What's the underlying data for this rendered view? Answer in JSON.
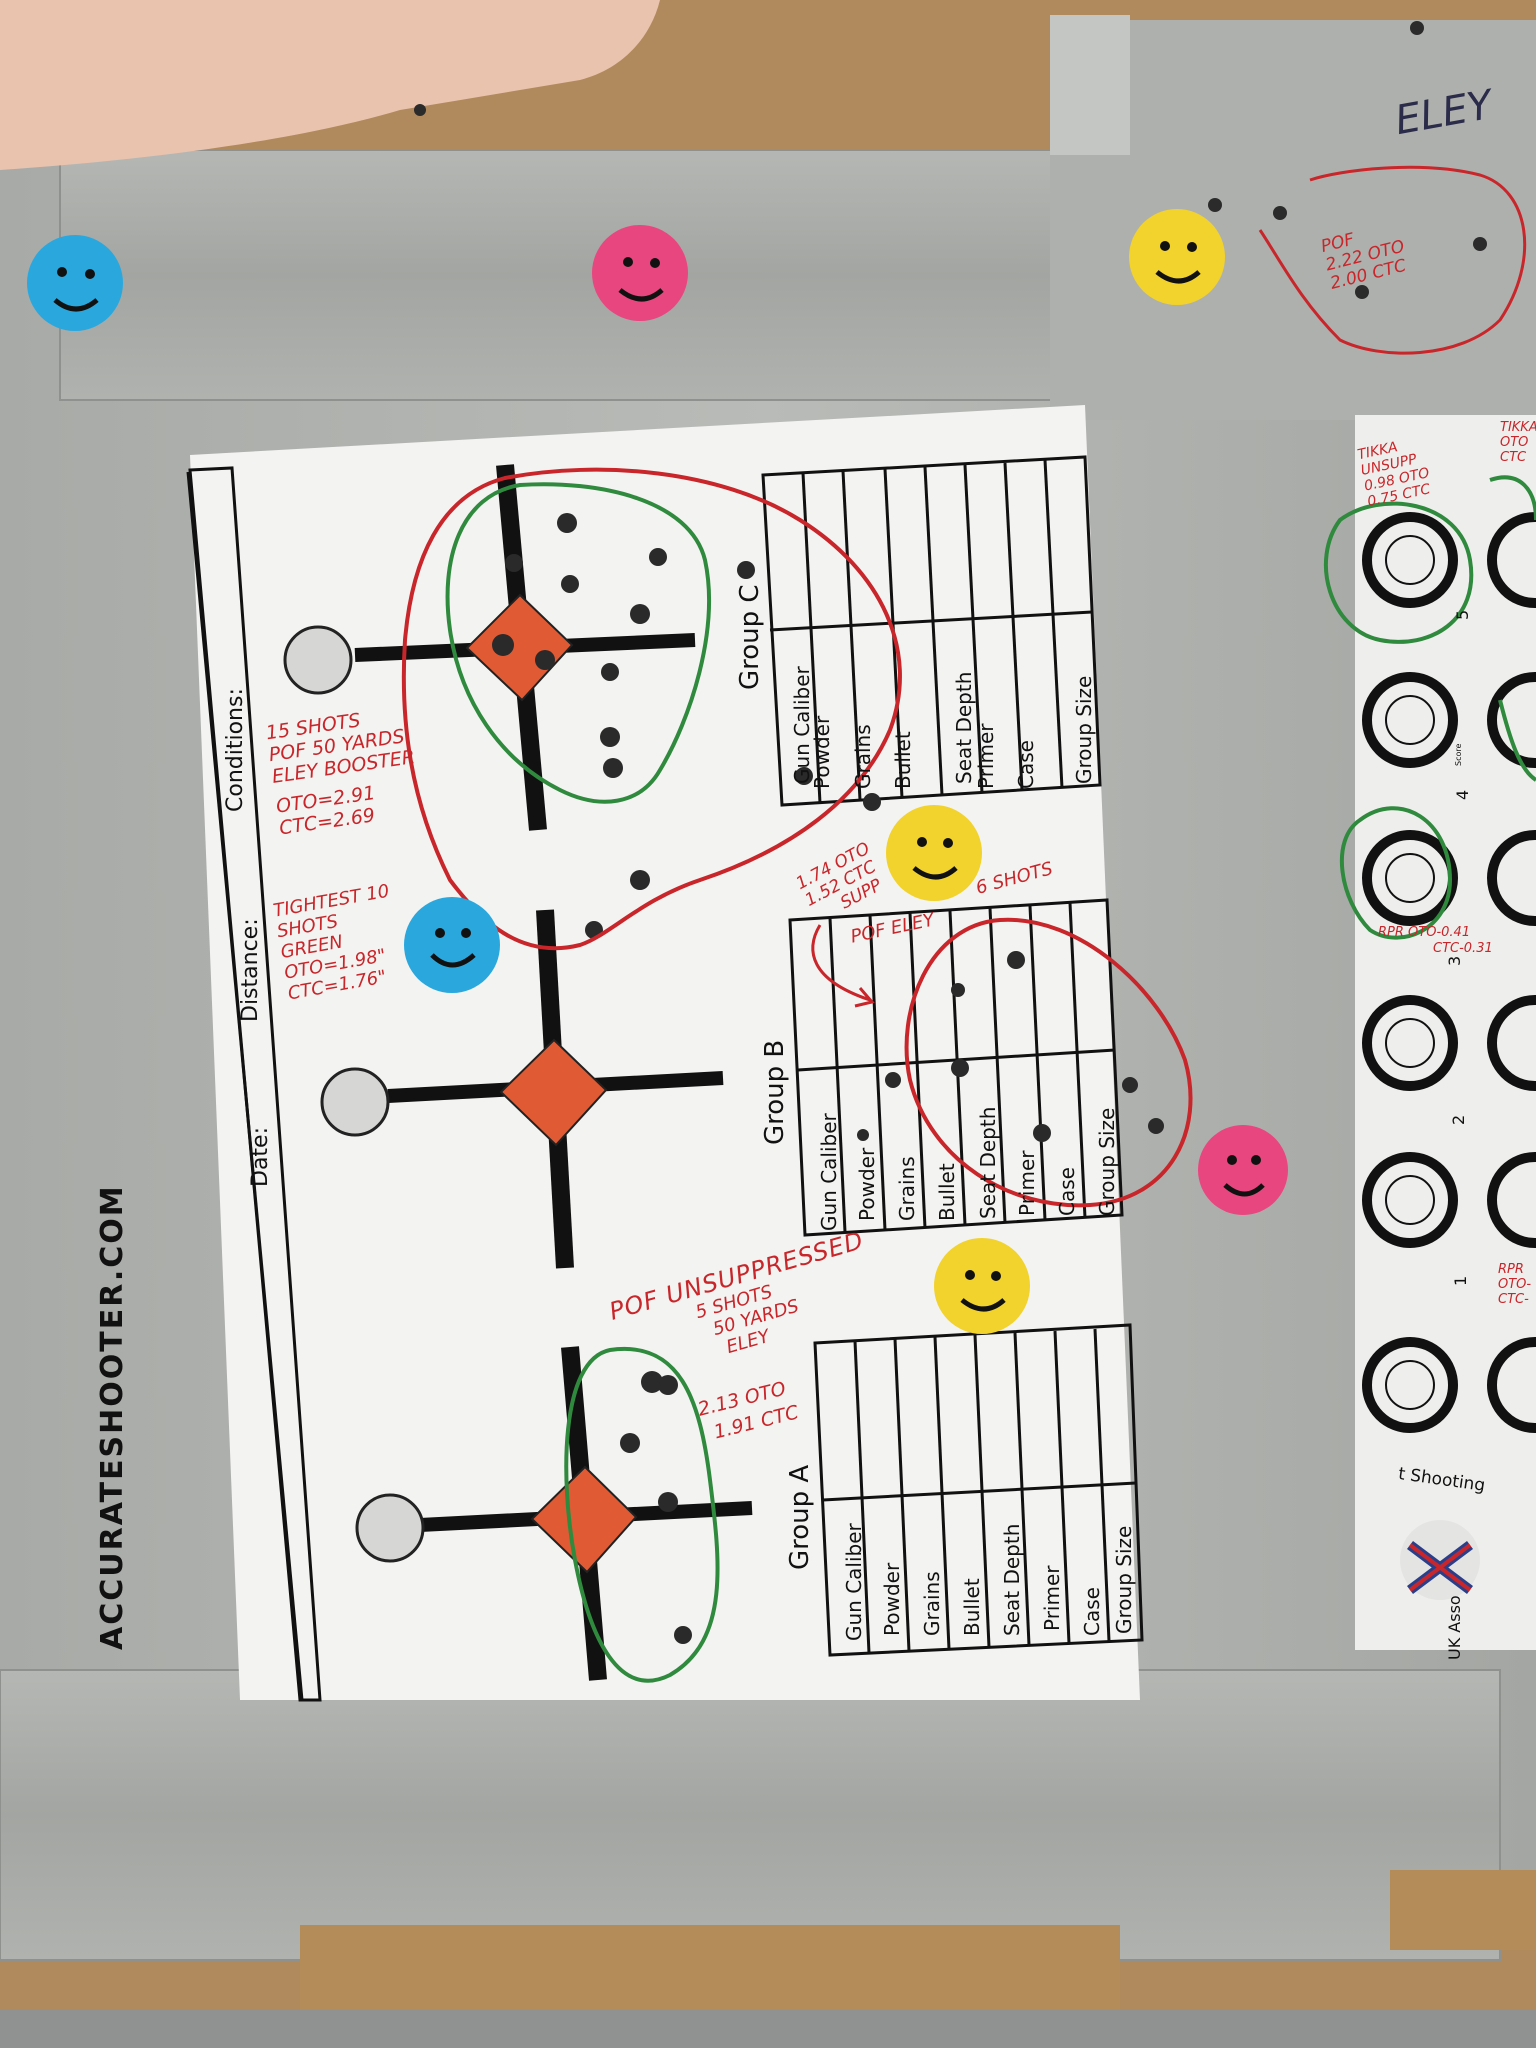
{
  "target_sheet": {
    "site": "AccurateShooter.com",
    "header": {
      "date": "Date:",
      "distance": "Distance:",
      "conditions": "Conditions:"
    },
    "group_titles": [
      "Group A",
      "Group B",
      "Group C"
    ],
    "table_labels": [
      "Gun Caliber",
      "Powder",
      "Grains",
      "Bullet",
      "Seat Depth",
      "Primer",
      "Case",
      "Group Size"
    ]
  },
  "handwritten": {
    "group_c": [
      "15 SHOTS",
      "POF 50 YARDS",
      "ELEY BOOSTER",
      "OTO=2.91",
      "CTC=2.69"
    ],
    "tightest": [
      "TIGHTEST 10",
      "SHOTS",
      "GREEN",
      "OTO=1.98\"",
      "CTC=1.76\""
    ],
    "group_b": [
      "1.74 OTO",
      "1.52 CTC",
      "SUPP",
      "POF ELEY",
      "6 SHOTS"
    ],
    "group_a": [
      "POF UNSUPPRESSED",
      "5 SHOTS",
      "50 YARDS",
      "ELEY",
      "2.13 OTO",
      "1.91 CTC"
    ],
    "top_right": [
      "POF",
      "2.22 OTO",
      "2.00 CTC"
    ],
    "box_top": "ELEY",
    "right_sheet": [
      "TIKKA",
      "UNSUPP",
      "0.98 OTO",
      "0.75 CTC",
      "TIKKA",
      "OTO",
      "CTC",
      "RPR",
      "OTO-0.41",
      "CTC-0.31",
      "RPR",
      "OTO-",
      "CTC-"
    ]
  },
  "right_sheet_print": {
    "footer": "t Shooting",
    "org": "UK Asso",
    "numbers": [
      "5",
      "4",
      "3",
      "2",
      "1"
    ],
    "score_label": "Score"
  },
  "colors": {
    "tape": "#a9aba8",
    "cardboard": "#b08a5c",
    "paper": "#f3f3f1",
    "diamond": "#e05a34",
    "red_ink": "#c8262a",
    "green_ink": "#2f8a3e",
    "sticker_blue": "#2aa8de",
    "sticker_pink": "#e8467e",
    "sticker_yellow": "#f2d22c"
  },
  "stickers": [
    "smiley-blue",
    "smiley-pink",
    "smiley-yellow",
    "smiley-blue",
    "smiley-yellow",
    "smiley-yellow",
    "smiley-pink"
  ]
}
